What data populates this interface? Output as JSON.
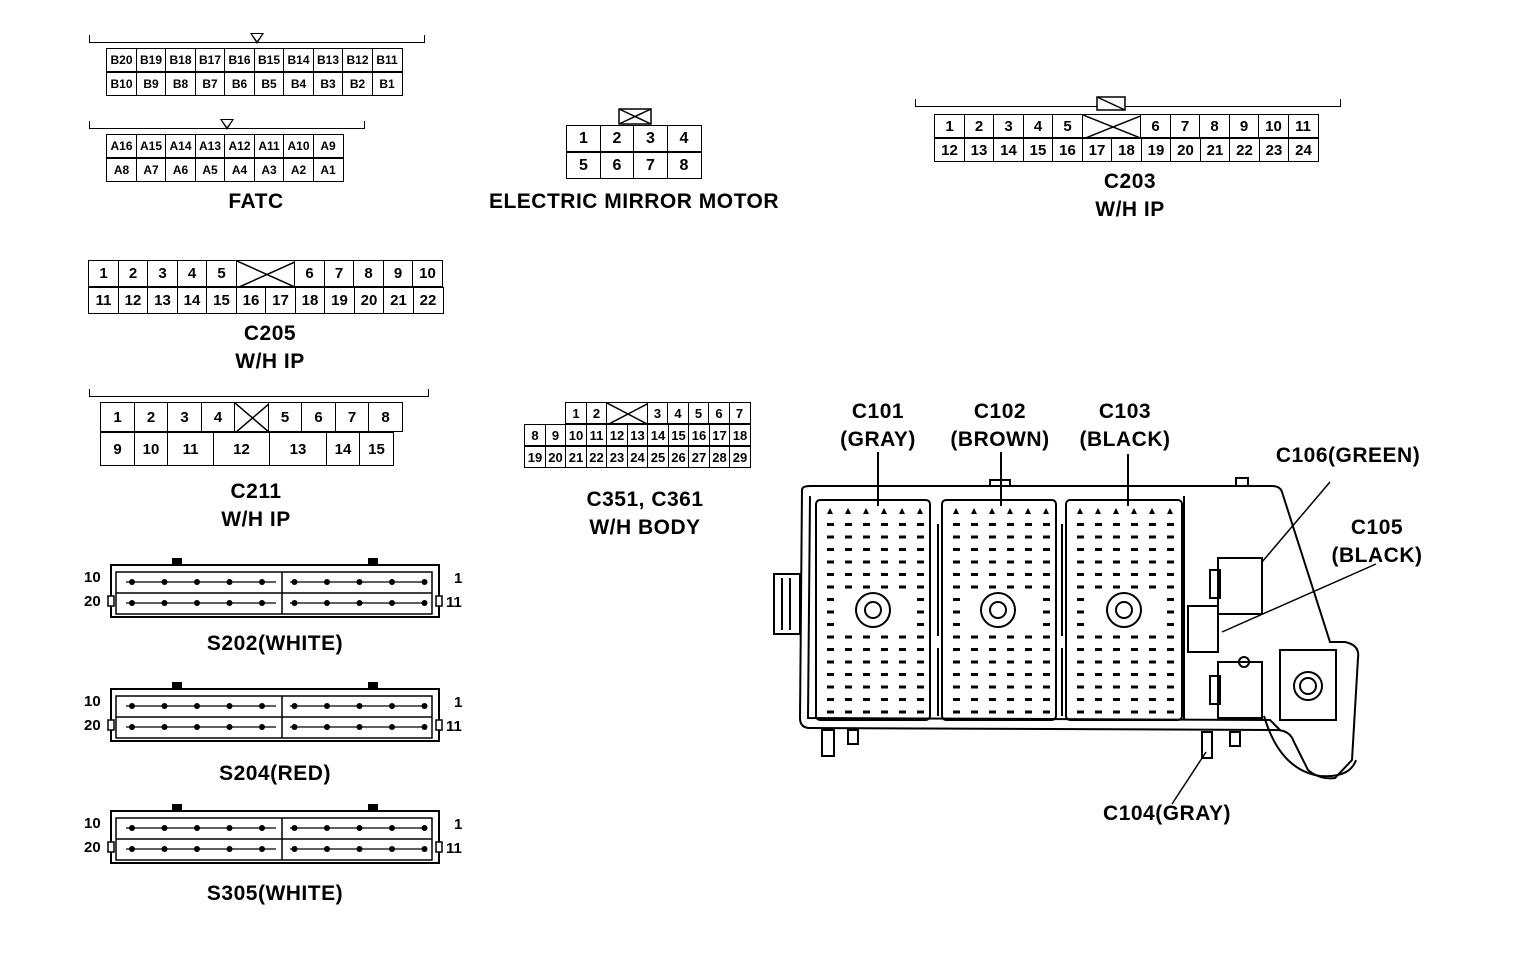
{
  "fatc": {
    "label": "FATC",
    "rowB_top": [
      "B20",
      "B19",
      "B18",
      "B17",
      "B16",
      "B15",
      "B14",
      "B13",
      "B12",
      "B11"
    ],
    "rowB_bot": [
      "B10",
      "B9",
      "B8",
      "B7",
      "B6",
      "B5",
      "B4",
      "B3",
      "B2",
      "B1"
    ],
    "rowA_top": [
      "A16",
      "A15",
      "A14",
      "A13",
      "A12",
      "A11",
      "A10",
      "A9"
    ],
    "rowA_bot": [
      "A8",
      "A7",
      "A6",
      "A5",
      "A4",
      "A3",
      "A2",
      "A1"
    ]
  },
  "mirror": {
    "label": "ELECTRIC MIRROR MOTOR",
    "top": [
      "1",
      "2",
      "3",
      "4"
    ],
    "bot": [
      "5",
      "6",
      "7",
      "8"
    ]
  },
  "c203": {
    "name": "C203",
    "sub": "W/H  IP",
    "top_left": [
      "1",
      "2",
      "3",
      "4",
      "5"
    ],
    "top_right": [
      "6",
      "7",
      "8",
      "9",
      "10",
      "11"
    ],
    "bot": [
      "12",
      "13",
      "14",
      "15",
      "16",
      "17",
      "18",
      "19",
      "20",
      "21",
      "22",
      "23",
      "24"
    ]
  },
  "c205": {
    "name": "C205",
    "sub": "W/H  IP",
    "top_left": [
      "1",
      "2",
      "3",
      "4",
      "5"
    ],
    "top_right": [
      "6",
      "7",
      "8",
      "9",
      "10"
    ],
    "bot": [
      "11",
      "12",
      "13",
      "14",
      "15",
      "16",
      "17",
      "18",
      "19",
      "20",
      "21",
      "22"
    ]
  },
  "c211": {
    "name": "C211",
    "sub": "W/H  IP",
    "top_left": [
      "1",
      "2",
      "3",
      "4"
    ],
    "top_right": [
      "5",
      "6",
      "7",
      "8"
    ],
    "bot": [
      "9",
      "10",
      "11",
      "12",
      "13",
      "14",
      "15"
    ]
  },
  "c351": {
    "name": "C351, C361",
    "sub": "W/H BODY",
    "r1_left": [
      "1",
      "2"
    ],
    "r1_right": [
      "3",
      "4",
      "5",
      "6",
      "7"
    ],
    "r2": [
      "8",
      "9",
      "10",
      "11",
      "12",
      "13",
      "14",
      "15",
      "16",
      "17",
      "18"
    ],
    "r3": [
      "19",
      "20",
      "21",
      "22",
      "23",
      "24",
      "25",
      "26",
      "27",
      "28",
      "29"
    ]
  },
  "splices": [
    {
      "name": "S202(WHITE)",
      "pin_top_left": "10",
      "pin_bot_left": "20",
      "pin_top_right": "1",
      "pin_bot_right": "11"
    },
    {
      "name": "S204(RED)",
      "pin_top_left": "10",
      "pin_bot_left": "20",
      "pin_top_right": "1",
      "pin_bot_right": "11"
    },
    {
      "name": "S305(WHITE)",
      "pin_top_left": "10",
      "pin_bot_left": "20",
      "pin_top_right": "1",
      "pin_bot_right": "11"
    }
  ],
  "junction_box": {
    "c101": "C101",
    "c101_color": "(GRAY)",
    "c102": "C102",
    "c102_color": "(BROWN)",
    "c103": "C103",
    "c103_color": "(BLACK)",
    "c104": "C104(GRAY)",
    "c105": "C105",
    "c105_color": "(BLACK)",
    "c106": "C106(GREEN)"
  }
}
